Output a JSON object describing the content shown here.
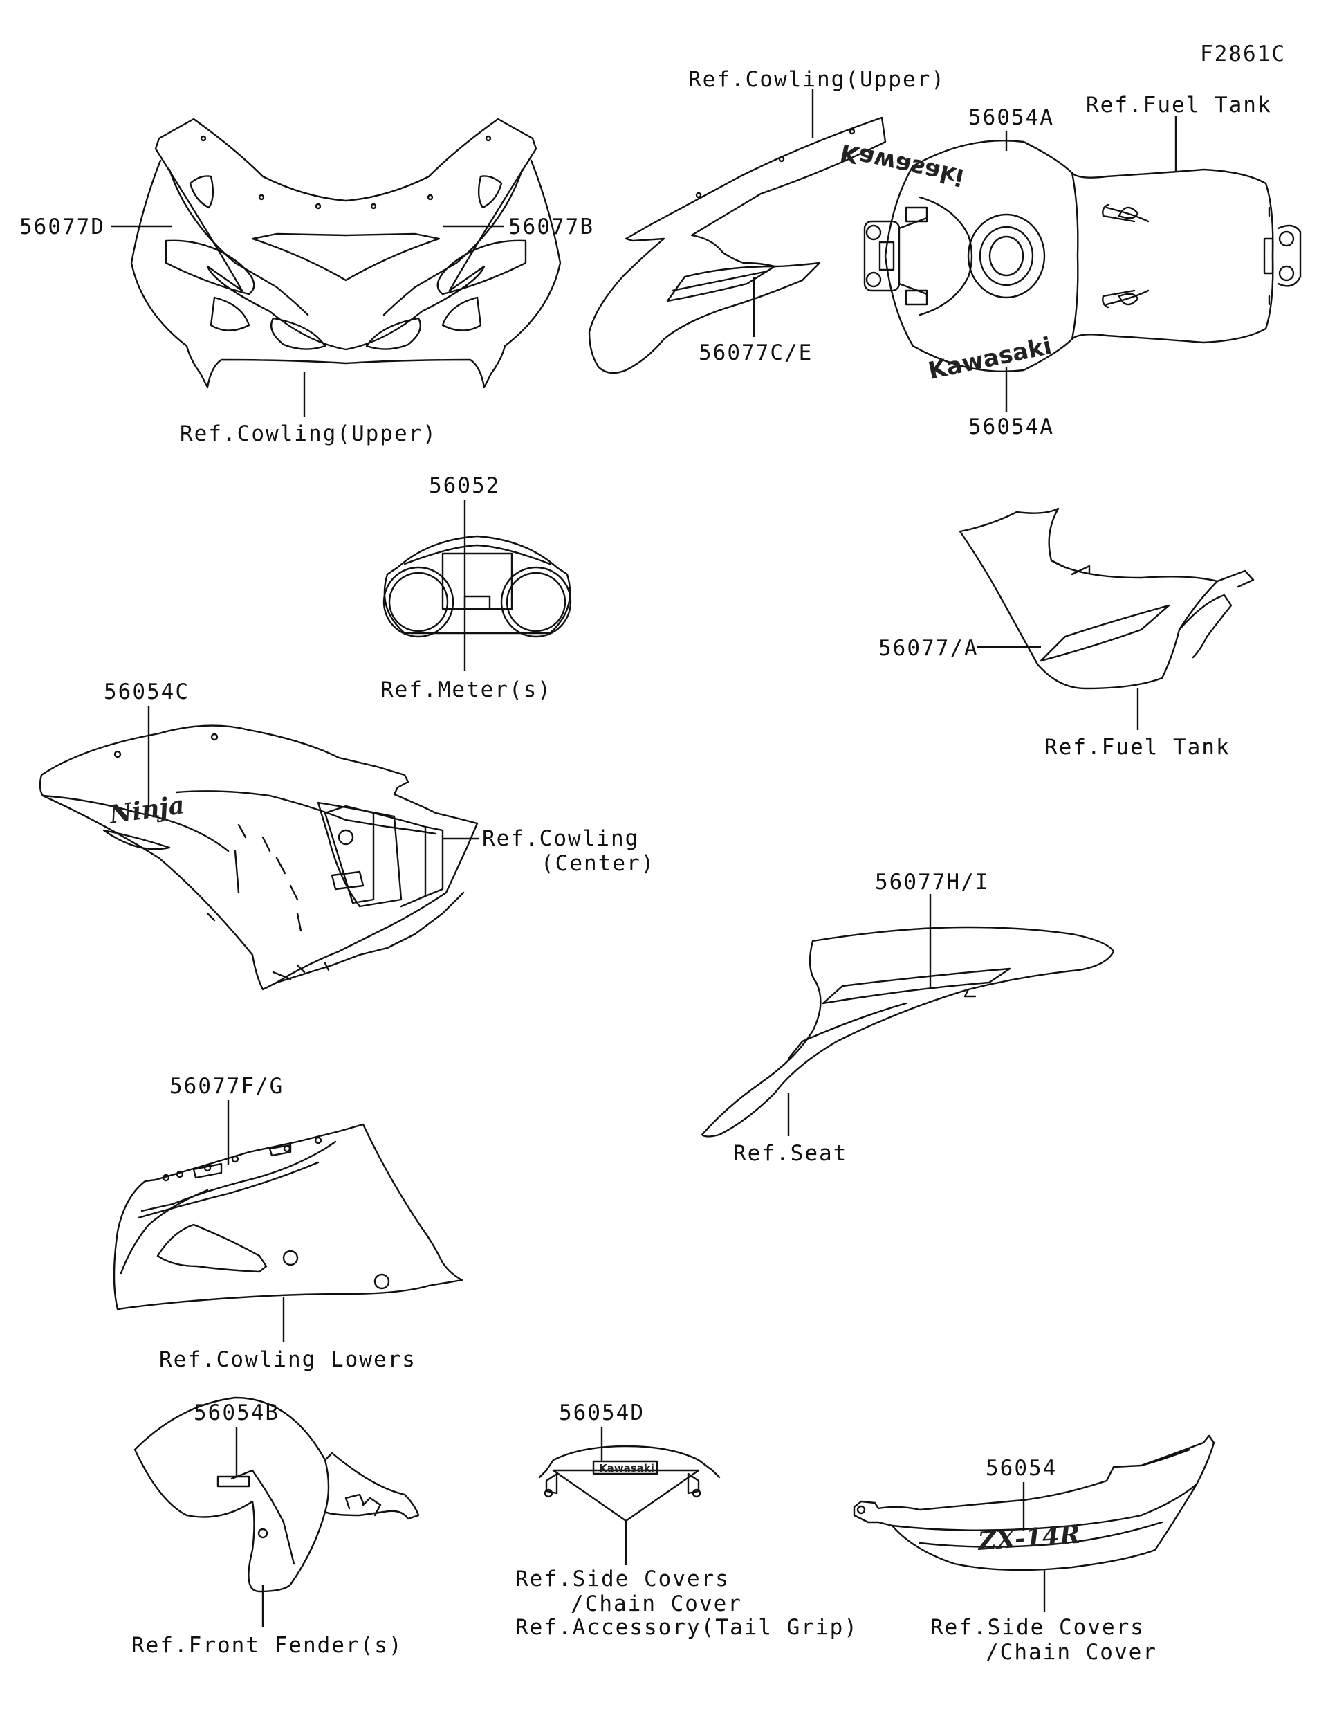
{
  "figure_code": "F2861C",
  "brand_text": "Kawasaki",
  "model_text": "Ninja",
  "tail_text": "ZX-14R",
  "callouts": {
    "cowl_upper_left": "56077D",
    "cowl_upper_right": "56077B",
    "cowl_upper_ref": "Ref.Cowling(Upper)",
    "side_cowl_ref": "Ref.Cowling(Upper)",
    "side_cowl_part": "56077C/E",
    "tank_top_part_top": "56054A",
    "tank_ref": "Ref.Fuel Tank",
    "tank_top_part_bottom": "56054A",
    "meter_part": "56052",
    "meter_ref": "Ref.Meter(s)",
    "tank_side_part": "56077/A",
    "tank_side_ref": "Ref.Fuel Tank",
    "center_cowl_part": "56054C",
    "center_cowl_ref_line1": "Ref.Cowling",
    "center_cowl_ref_line2": "(Center)",
    "seat_part": "56077H/I",
    "seat_ref": "Ref.Seat",
    "lower_cowl_part": "56077F/G",
    "lower_cowl_ref": "Ref.Cowling Lowers",
    "fender_part": "56054B",
    "fender_ref": "Ref.Front Fender(s)",
    "grip_part": "56054D",
    "grip_ref_line1": "Ref.Side Covers",
    "grip_ref_line2": "/Chain Cover",
    "grip_ref_line3": "Ref.Accessory(Tail Grip)",
    "side_cover_part": "56054",
    "side_cover_ref_line1": "Ref.Side Covers",
    "side_cover_ref_line2": "/Chain Cover"
  }
}
